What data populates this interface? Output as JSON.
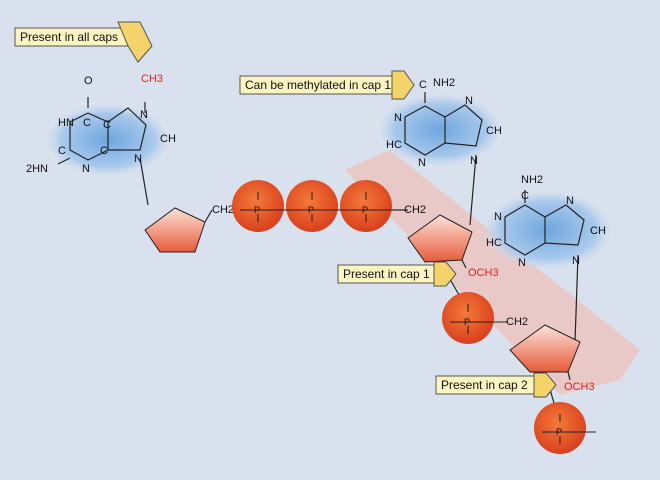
{
  "labels": {
    "all_caps": "Present in all caps",
    "cap1_methylated": "Can be methylated in cap 1",
    "cap1": "Present in cap 1",
    "cap2": "Present in cap 2"
  },
  "atoms": {
    "ch3_guanine": "CH3",
    "och3_cap1": "OCH3",
    "och3_cap2": "OCH3",
    "nh2": "NH2",
    "h2n": "2HN",
    "O": "O",
    "N": "N",
    "HN": "HN",
    "C": "C",
    "CH": "CH",
    "HC": "HC",
    "P": "P",
    "CH2": "CH2"
  },
  "colors": {
    "background": "#d9e1ef",
    "label_box": "#fbf3c0",
    "arrow": "#f3d36a",
    "phosphate": "#e2522a",
    "methyl_red": "#dd2222",
    "highlight_band": "#f6b7a6",
    "base_blue": "#7fb2e0"
  }
}
